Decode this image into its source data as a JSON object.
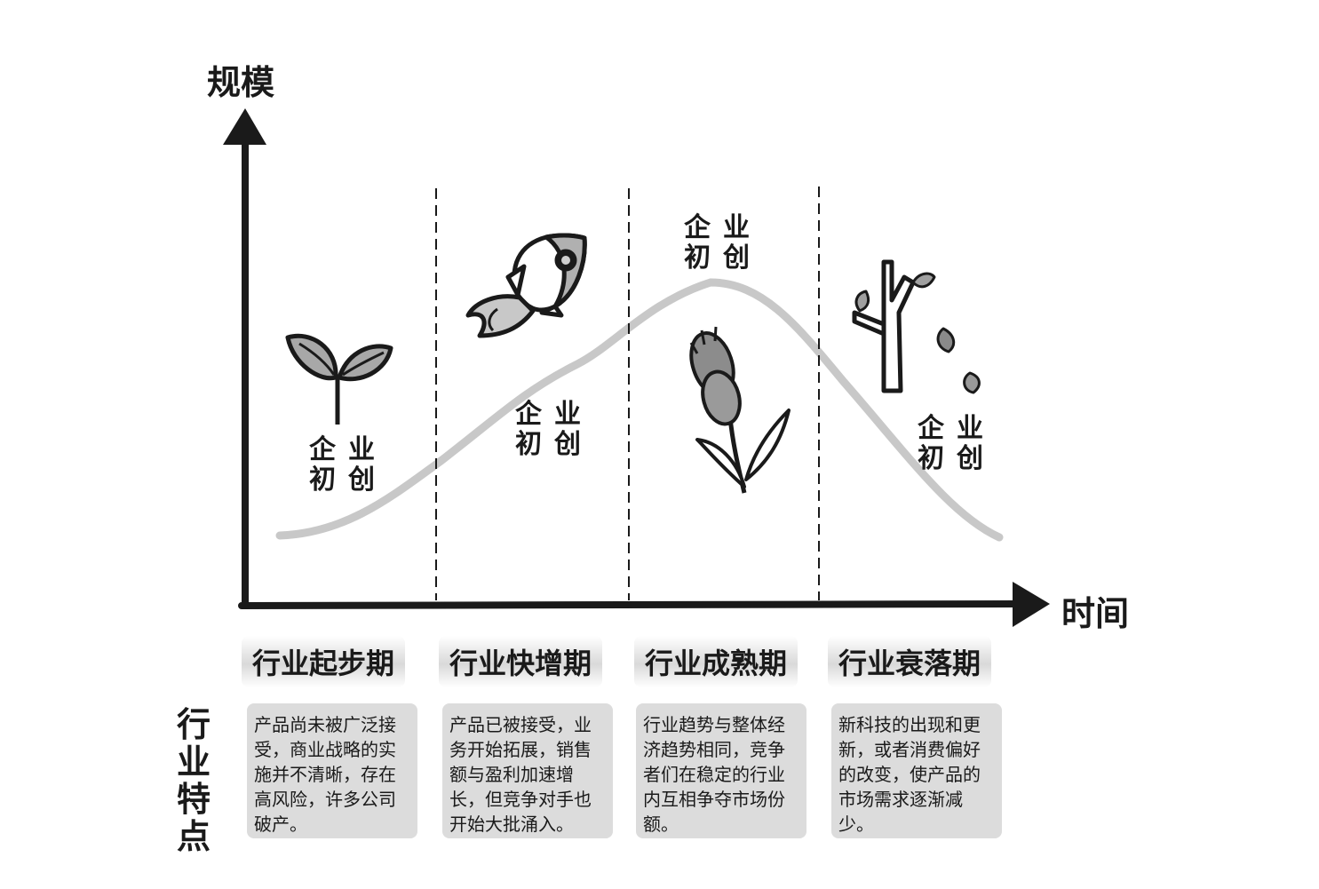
{
  "y_axis_label": "规模",
  "x_axis_label": "时间",
  "side_label": "行业特点",
  "curve_color": "#c8c8c8",
  "stages": [
    {
      "name": "行业起步期",
      "description": "产品尚未被广泛接受，商业战略的实施并不清晰，存在高风险，许多公司破产。",
      "icon": "sprout-icon",
      "block_text": "企业初创"
    },
    {
      "name": "行业快增期",
      "description": "产品已被接受，业务开始拓展，销售额与盈利加速增长，但竞争对手也开始大批涌入。",
      "icon": "rocket-icon",
      "block_text": "企业初创"
    },
    {
      "name": "行业成熟期",
      "description": "行业趋势与整体经济趋势相同，竞争者们在稳定的行业内互相争夺市场份额。",
      "icon": "wheat-icon",
      "block_text": "企业初创"
    },
    {
      "name": "行业衰落期",
      "description": "新科技的出现和更新，或者消费偏好的改变，使产品的市场需求逐渐减少。",
      "icon": "bare-tree-icon",
      "block_text": "企业初创"
    }
  ]
}
